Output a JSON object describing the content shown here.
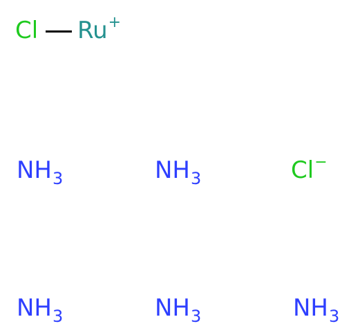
{
  "colors": {
    "chlorine": "#1fca1f",
    "ruthenium": "#24918f",
    "nitrogen": "#2e3fff",
    "bond": "#000000",
    "background": "#ffffff"
  },
  "complex": {
    "chloride_ligand": "Cl",
    "metal": "Ru",
    "metal_charge": "+"
  },
  "ammonia_ligands": [
    {
      "symbol": "NH",
      "count": "3"
    },
    {
      "symbol": "NH",
      "count": "3"
    },
    {
      "symbol": "NH",
      "count": "3"
    },
    {
      "symbol": "NH",
      "count": "3"
    },
    {
      "symbol": "NH",
      "count": "3"
    }
  ],
  "counter_ion": {
    "symbol": "Cl",
    "charge": "−"
  }
}
